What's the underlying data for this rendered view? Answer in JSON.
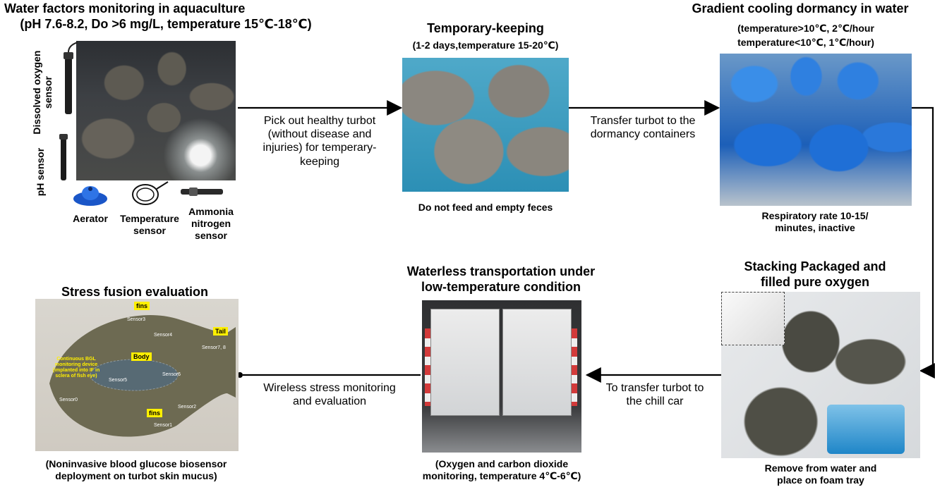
{
  "steps": {
    "monitoring": {
      "title": "Water factors monitoring  in aquaculture",
      "subtitle": "(pH 7.6-8.2, Do >6 mg/L,  temperature 15℃-18℃)",
      "sensors": {
        "dissolved_oxygen_1": "Dissolved oxygen",
        "dissolved_oxygen_2": "sensor",
        "ph": "pH sensor",
        "aerator": "Aerator",
        "temperature_1": "Temperature",
        "temperature_2": "sensor",
        "ammonia_1": "Ammonia",
        "ammonia_2": "nitrogen",
        "ammonia_3": "sensor"
      }
    },
    "temporary": {
      "title": "Temporary-keeping",
      "subtitle": "(1-2 days,temperature 15-20℃)",
      "note": "Do not feed and empty feces"
    },
    "cooling": {
      "title": "Gradient cooling dormancy  in water",
      "subtitle_1": "(temperature>10℃, 2℃/hour",
      "subtitle_2": "temperature<10℃, 1℃/hour)",
      "note_1": "Respiratory rate 10-15/",
      "note_2": "minutes, inactive"
    },
    "stacking": {
      "title_1": "Stacking Packaged and",
      "title_2": "filled pure oxygen",
      "note_1": "Remove from water and",
      "note_2": "place on foam tray"
    },
    "transport": {
      "title_1": "Waterless transportation under",
      "title_2": "low-temperature condition",
      "note_1": "(Oxygen and carbon dioxide",
      "note_2": "monitoring, temperature 4℃-6℃)"
    },
    "stress": {
      "title": "Stress fusion evaluation",
      "note_1": "(Noninvasive blood glucose biosensor",
      "note_2": "deployment on turbot skin mucus)",
      "photo_labels": {
        "fins_top": "fins",
        "tail": "Tail",
        "body": "Body",
        "fins_bottom": "fins",
        "sensor3": "Sensor3",
        "sensor4": "Sensor4",
        "sensor7": "Sensor7, 8",
        "sensor5": "Sensor5",
        "sensor6": "Sensor6",
        "sensor0": "Sensor0",
        "sensor1": "Sensor1",
        "sensor2": "Sensor2",
        "device_1": "Continuous BGL",
        "device_2": "monitoring device",
        "device_3": "(implanted into IF in",
        "device_4": "sclera of fish eye)"
      }
    }
  },
  "arrows": {
    "pick_out_1": "Pick out healthy turbot",
    "pick_out_2": "(without disease and",
    "pick_out_3": "injuries) for temperary-",
    "pick_out_4": "keeping",
    "transfer_1": "Transfer turbot to the",
    "transfer_2": "dormancy containers",
    "chill_1": "To transfer turbot to",
    "chill_2": "the chill car",
    "wireless_1": "Wireless stress monitoring",
    "wireless_2": "and evaluation"
  }
}
